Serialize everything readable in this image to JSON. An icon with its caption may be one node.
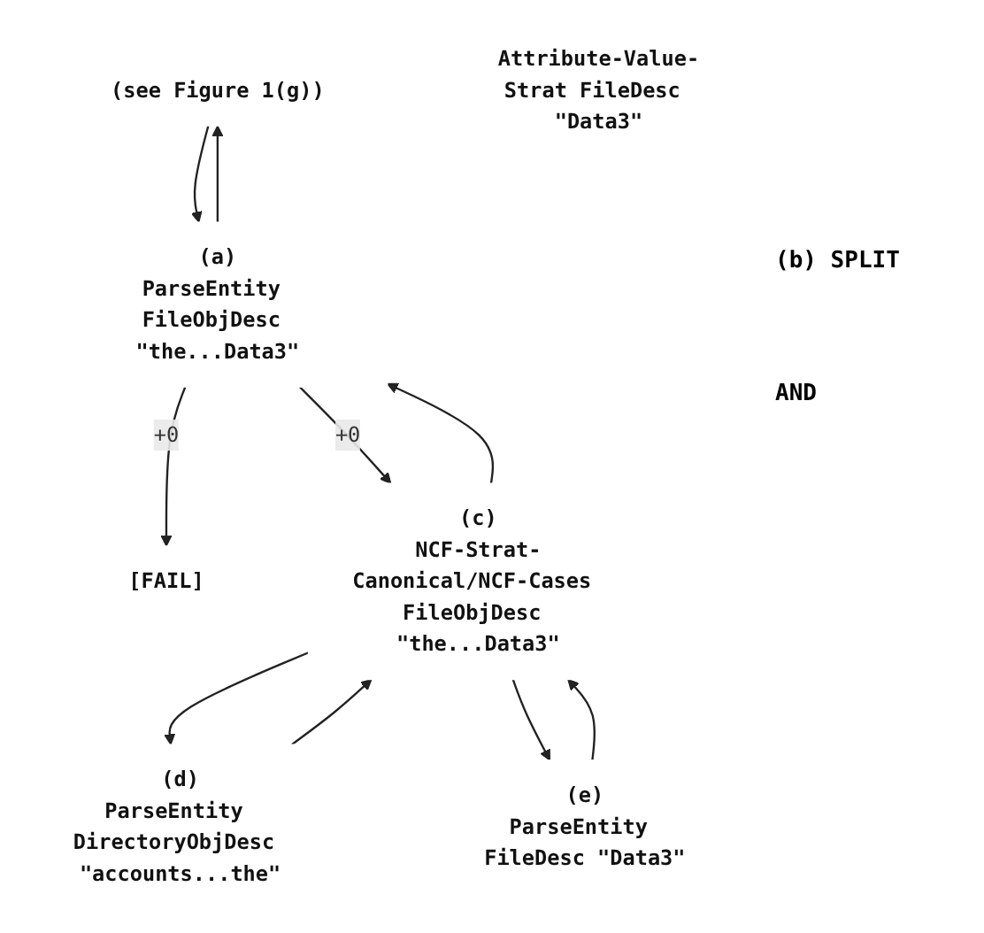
{
  "diagram": {
    "nodes": [
      {
        "text": [
          "(see Figure 1(g))"
        ]
      },
      {
        "text": [
          "(a)",
          "ParseEntity FileObjDesc \"the...Data3\""
        ]
      },
      {
        "text": [
          "[FAIL]"
        ]
      },
      {
        "text": [
          "(c)",
          "NCF-Strat-Canonical/NCF-Cases FileObjDesc \"the...Data3\""
        ]
      },
      {
        "text": [
          "(d)",
          "ParseEntity DirectoryObjDesc \"accounts...the\""
        ]
      },
      {
        "text": [
          "(e)",
          "ParseEntity FileDesc \"Data3\""
        ]
      },
      {
        "text": [
          "Attribute-Value-Strat FileDesc \"Data3\""
        ]
      }
    ],
    "edges": [
      {
        "from": 0,
        "to": 1,
        "arrow": "to"
      },
      {
        "from": 1,
        "to": 0,
        "arrow": "to"
      },
      {
        "from": 1,
        "to": 2,
        "arrow": "to",
        "label": "+0"
      },
      {
        "from": 1,
        "to": 3,
        "arrow": "to",
        "label": "+0"
      },
      {
        "from": 3,
        "to": 1,
        "arrow": "to"
      },
      {
        "from": 3,
        "to": 4,
        "arrow": "to"
      },
      {
        "from": 4,
        "to": 3,
        "arrow": "to"
      },
      {
        "from": 3,
        "to": 5,
        "arrow": "to"
      },
      {
        "from": 5,
        "to": 3,
        "arrow": "to"
      }
    ],
    "labels": [
      "(b) SPLIT",
      "AND"
    ]
  }
}
